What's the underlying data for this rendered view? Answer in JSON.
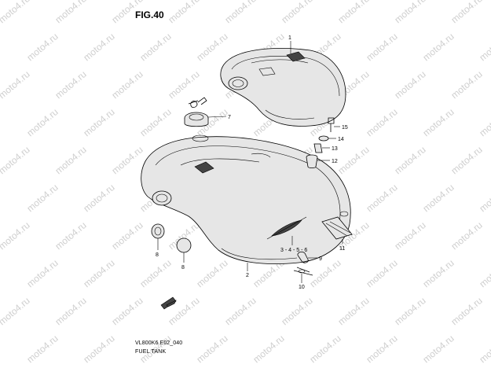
{
  "figure": {
    "title": "FIG.40",
    "model_code": "VL800K6 E02_040",
    "caption": "FUEL TANK"
  },
  "watermark": {
    "text": "moto4.ru"
  },
  "callouts": {
    "c1": "1",
    "c2": "2",
    "c3": "3 - 4 - 5 - 6",
    "c7": "7",
    "c8a": "8",
    "c8b": "8",
    "c9": "9",
    "c10": "10",
    "c11": "11",
    "c12": "12",
    "c13": "13",
    "c14": "14",
    "c15": "15"
  }
}
